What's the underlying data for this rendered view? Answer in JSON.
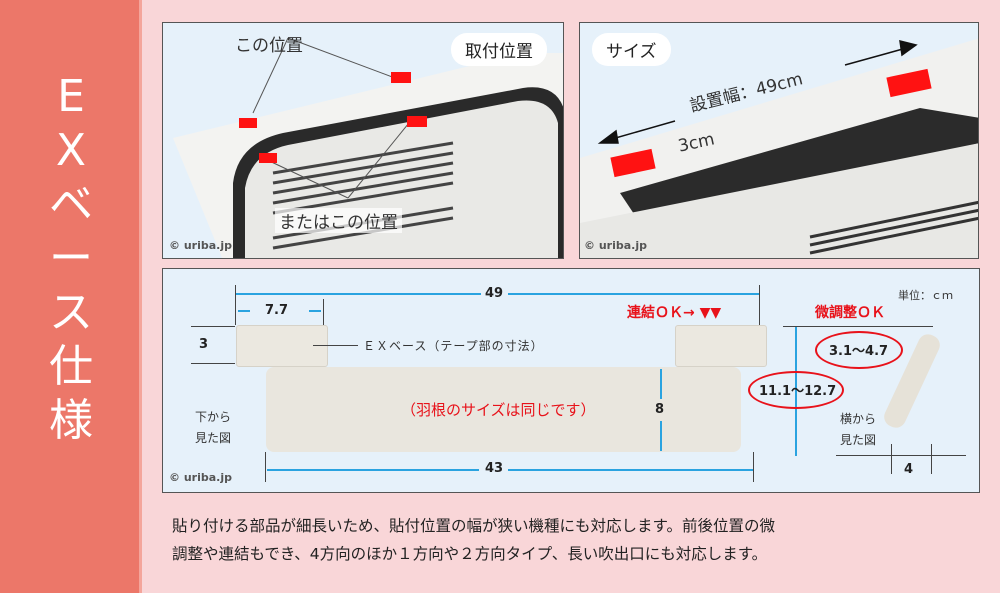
{
  "sidebar": {
    "title_chars": [
      "E",
      "X",
      "ベ",
      "ー",
      "ス",
      "仕",
      "様"
    ],
    "color": "#ec7769"
  },
  "panel_install": {
    "badge": "取付位置",
    "label_top": "この位置",
    "label_bottom": "またはこの位置",
    "copyright": "© uriba.jp"
  },
  "panel_size": {
    "badge": "サイズ",
    "width_label": "設置幅：49cm",
    "height_label": "3cm",
    "copyright": "© uriba.jp"
  },
  "panel_diagram": {
    "unit": "単位：ｃｍ",
    "overall_width": "49",
    "base_width": "7.7",
    "base_height": "3",
    "base_caption": "ＥＸベース（テープ部の寸法）",
    "blade_note": "（羽根のサイズは同じです）",
    "blade_height": "8",
    "blade_width": "43",
    "connect_ok": "連結ＯＫ→ ▼▼",
    "fine_adjust_ok": "微調整ＯＫ",
    "range_small": "3.1～4.7",
    "range_large": "11.1～12.7",
    "side_depth": "4",
    "bottom_view": [
      "下から",
      "見た図"
    ],
    "side_view": [
      "横から",
      "見た図"
    ],
    "copyright": "© uriba.jp"
  },
  "description": [
    "貼り付ける部品が細長いため、貼付位置の幅が狭い機種にも対応します。前後位置の微",
    "調整や連結もでき、4方向のほか１方向や２方向タイプ、長い吹出口にも対応します。"
  ]
}
